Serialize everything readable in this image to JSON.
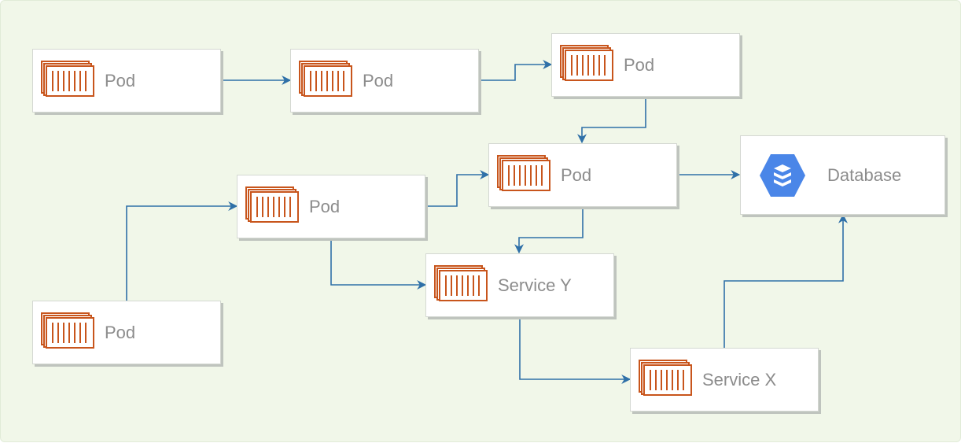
{
  "nodes": [
    {
      "id": "pod-1",
      "label": "Pod",
      "icon": "container-icon"
    },
    {
      "id": "pod-2",
      "label": "Pod",
      "icon": "container-icon"
    },
    {
      "id": "pod-3",
      "label": "Pod",
      "icon": "container-icon"
    },
    {
      "id": "pod-4",
      "label": "Pod",
      "icon": "container-icon"
    },
    {
      "id": "pod-5",
      "label": "Pod",
      "icon": "container-icon"
    },
    {
      "id": "pod-6",
      "label": "Pod",
      "icon": "container-icon"
    },
    {
      "id": "service-y",
      "label": "Service Y",
      "icon": "container-icon"
    },
    {
      "id": "service-x",
      "label": "Service X",
      "icon": "container-icon"
    },
    {
      "id": "database",
      "label": "Database",
      "icon": "database-icon"
    }
  ],
  "edges": [
    {
      "from": "pod-1",
      "to": "pod-2"
    },
    {
      "from": "pod-2",
      "to": "pod-3"
    },
    {
      "from": "pod-3",
      "to": "pod-4"
    },
    {
      "from": "pod-4",
      "to": "database"
    },
    {
      "from": "pod-6",
      "to": "pod-5"
    },
    {
      "from": "pod-5",
      "to": "pod-4"
    },
    {
      "from": "pod-5",
      "to": "service-y"
    },
    {
      "from": "pod-4",
      "to": "service-y"
    },
    {
      "from": "service-y",
      "to": "service-x"
    },
    {
      "from": "service-x",
      "to": "database"
    }
  ],
  "colors": {
    "background": "#f1f7e9",
    "edge": "#2f70a8",
    "icon": "#c8551c",
    "database_icon": "#4a86e8",
    "label_text": "#8c8c8c"
  }
}
